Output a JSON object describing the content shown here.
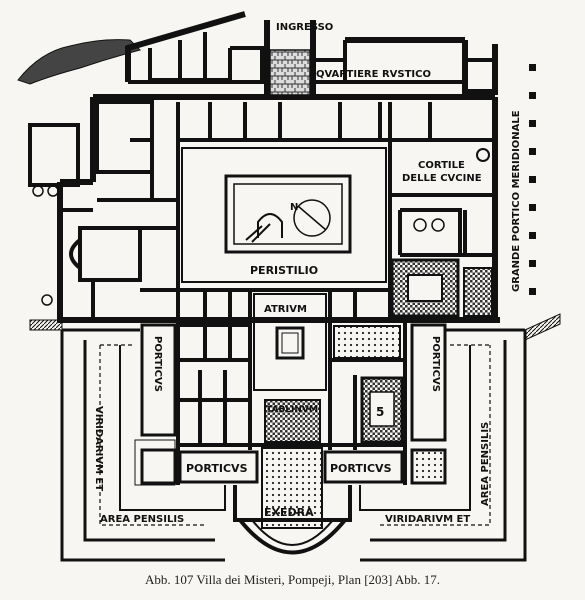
{
  "labels": {
    "ingresso": "INGRESSO",
    "quartiere_rustico": "QVARTIERE RVSTICO",
    "cortile_1": "CORTILE",
    "cortile_2": "DELLE CVCINE",
    "grande_portico": "GRANDE PORTICO MERIDIONALE",
    "peristilio": "PERISTILIO",
    "atrium": "ATRIVM",
    "porticus_left": "PORTICVS",
    "porticus_right": "PORTICVS",
    "porticus_bottom_left": "PORTICVS",
    "porticus_bottom_right": "PORTICVS",
    "tablinum": "TABLINVM",
    "room_number": "5",
    "exedra": "EXEDRA",
    "viridarium_left": "VIRIDARIVM ET",
    "area_pensilis_left": "AREA PENSILIS",
    "area_pensilis_right": "AREA PENSILIS",
    "viridarium_right": "VIRIDARIVM ET",
    "compass_letter": "N"
  },
  "caption": "Abb. 107 Villa dei Misteri, Pompeji, Plan [203] Abb. 17.",
  "colors": {
    "ink": "#111111",
    "paper": "#f7f6f2"
  }
}
